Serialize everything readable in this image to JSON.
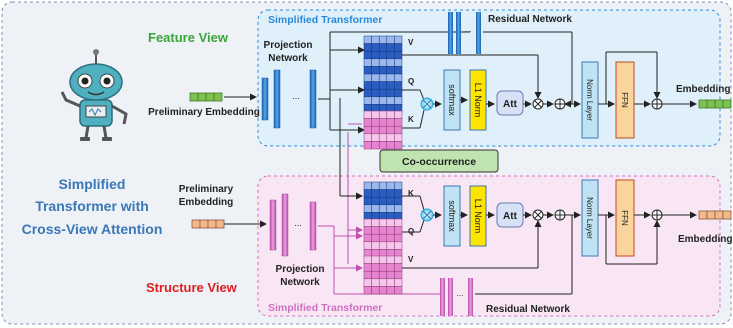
{
  "colors": {
    "feature_view": "#3aa53a",
    "structure_view": "#e02020",
    "title": "#3a78b8",
    "simplified_transformer_top": "#2a8ad8",
    "simplified_transformer_bottom": "#d070c0",
    "top_box_fill": "#dff0fa",
    "bottom_box_fill": "#f8e6f4",
    "outer_fill": "#eef1f6",
    "co_occurrence_fill": "#bfe4b0",
    "norm_fill": "#fce300",
    "softmax_fill": "#bfe3f3",
    "ffn_fill": "#f9d49c",
    "att_fill": "#d7e1f5",
    "green_embedding": "#7fc050",
    "orange_embedding": "#f3b98c"
  },
  "title": {
    "line1": "Simplified",
    "line2": "Transformer with",
    "line3": "Cross-View Attention"
  },
  "feature_view": {
    "label": "Feature View",
    "box_title": "Simplified Transformer",
    "preliminary_embedding": "Preliminary Embedding",
    "projection": [
      "Projection",
      "Network"
    ],
    "residual": "Residual Network",
    "matrix_labels": {
      "v": "V",
      "q": "Q",
      "k": "K"
    },
    "softmax": "softmax",
    "norm": "L1 Norm",
    "att": "Att",
    "norm_layer": "Norm Layer",
    "ffn": "FFN",
    "output": "Embedding"
  },
  "co_occurrence": "Co-occurrence",
  "structure_view": {
    "label": "Structure View",
    "box_title": "Simplified Transformer",
    "preliminary_embedding": [
      "Preliminary",
      "Embedding"
    ],
    "projection": [
      "Projection",
      "Network"
    ],
    "residual": "Residual Network",
    "matrix_labels": {
      "k": "K",
      "q": "Q",
      "v": "V"
    },
    "softmax": "softmax",
    "norm": "L1 Norm",
    "att": "Att",
    "norm_layer": "Norm Layer",
    "ffn": "FFN",
    "output": "Embedding"
  },
  "dots": "..."
}
